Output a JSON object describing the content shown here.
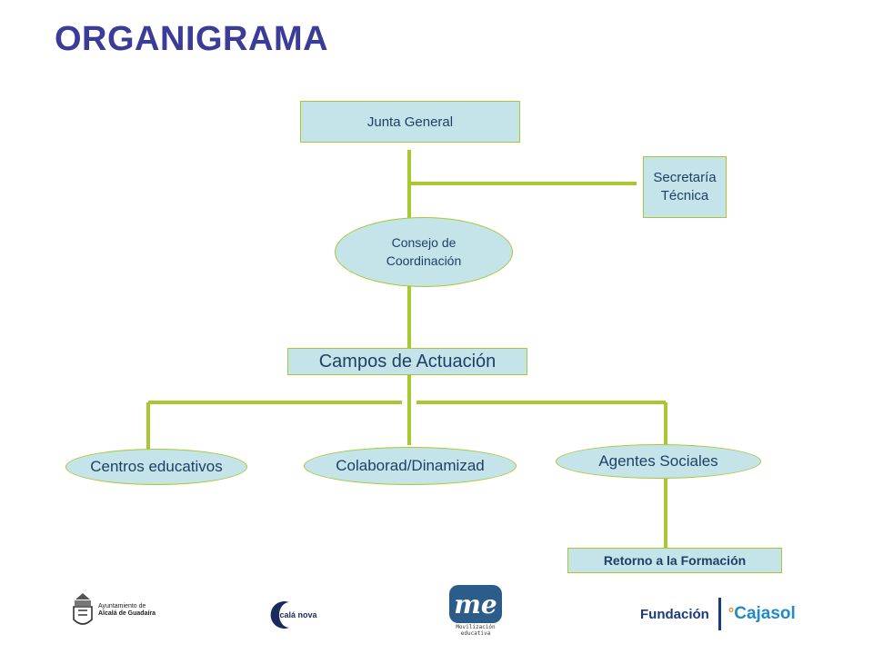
{
  "title": "ORGANIGRAMA",
  "nodes": {
    "junta": "Junta General",
    "secretaria_line1": "Secretaría",
    "secretaria_line2": "Técnica",
    "consejo_line1": "Consejo de",
    "consejo_line2": "Coordinación",
    "campos": "Campos de Actuación",
    "centros": "Centros educativos",
    "colaborad": "Colaborad/Dinamizad",
    "agentes": "Agentes Sociales",
    "retorno": "Retorno a la Formación"
  },
  "logos": {
    "ayuntamiento_line1": "Ayuntamiento de",
    "ayuntamiento_line2": "Alcalá de Guadaíra",
    "alcala_nova": "alcalá nova",
    "me": "me",
    "me_sub1": "Movilización",
    "me_sub2": "educativa",
    "fundacion": "Fundación",
    "cajasol": "Cajasol"
  },
  "colors": {
    "title": "#3b3b98",
    "node_fill": "#c4e4ea",
    "connector": "#a8c832",
    "text": "#1f3f66"
  }
}
